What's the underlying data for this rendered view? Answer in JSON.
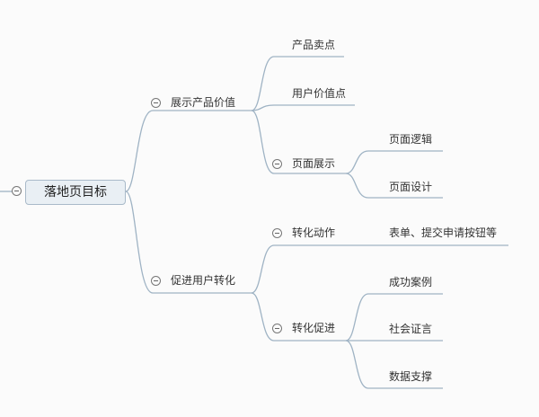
{
  "root": {
    "label": "落地页目标"
  },
  "branches": [
    {
      "label": "展示产品价值",
      "children": [
        {
          "label": "产品卖点"
        },
        {
          "label": "用户价值点"
        },
        {
          "label": "页面展示",
          "children": [
            {
              "label": "页面逻辑"
            },
            {
              "label": "页面设计"
            }
          ]
        }
      ]
    },
    {
      "label": "促进用户转化",
      "children": [
        {
          "label": "转化动作",
          "children": [
            {
              "label": "表单、提交申请按钮等"
            }
          ]
        },
        {
          "label": "转化促进",
          "children": [
            {
              "label": "成功案例"
            },
            {
              "label": "社会证言"
            },
            {
              "label": "数据支撑"
            }
          ]
        }
      ]
    }
  ],
  "colors": {
    "line": "#9fb3c4",
    "root_fill": "#e9eff4",
    "root_border": "#a9bac9",
    "background": "#fbfbfb"
  },
  "icons": {
    "collapse": "collapse-minus-icon"
  }
}
